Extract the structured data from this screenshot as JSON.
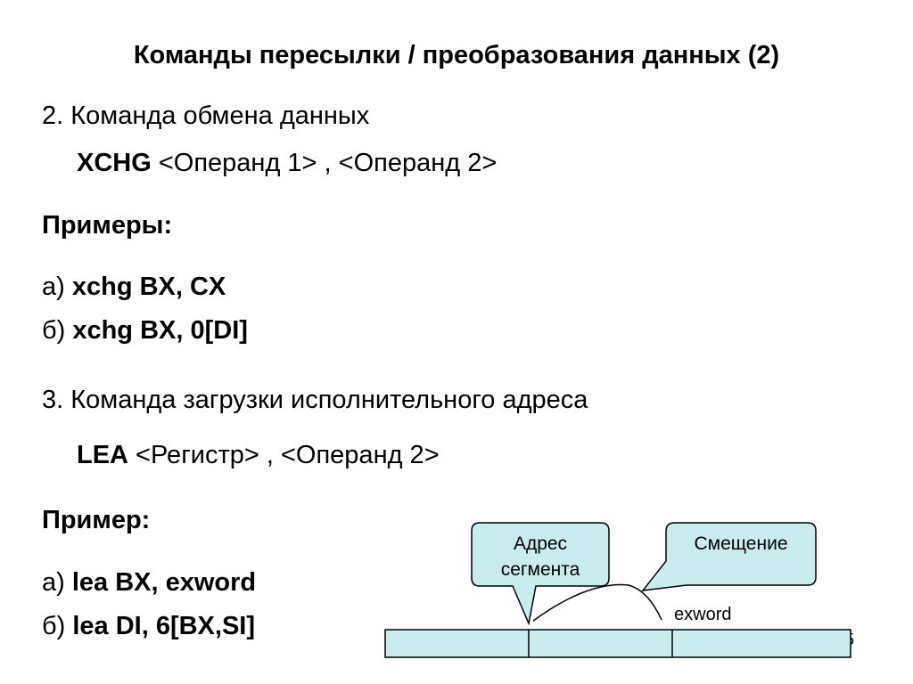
{
  "slide": {
    "title": "Команды пересылки / преобразования данных (2)",
    "item2": {
      "heading": "2. Команда обмена данных",
      "cmd": "XCHG",
      "operands": " <Операнд 1> , <Операнд 2>"
    },
    "examples_label": "Примеры:",
    "examples": [
      {
        "prefix": "а) ",
        "instr": "xchg  BX, CX"
      },
      {
        "prefix": "б) ",
        "instr": "xchg  BX, 0[DI]"
      }
    ],
    "item3": {
      "heading": "3. Команда загрузки исполнительного адреса",
      "cmd": "LEA",
      "operands": "  <Регистр> , <Операнд 2>"
    },
    "example_label": "Пример:",
    "examples2": [
      {
        "prefix": "а) ",
        "instr": "lea   BX, exword"
      },
      {
        "prefix": "б) ",
        "instr": "lea   DI, 6[BX,SI]"
      }
    ],
    "diagram": {
      "callout_segment_line1": "Адрес",
      "callout_segment_line2": "сегмента",
      "callout_offset": "Смещение",
      "var_label": "exword",
      "box_fill": "#c9ecef",
      "accent_color": "#000000"
    },
    "page_number": "5"
  }
}
